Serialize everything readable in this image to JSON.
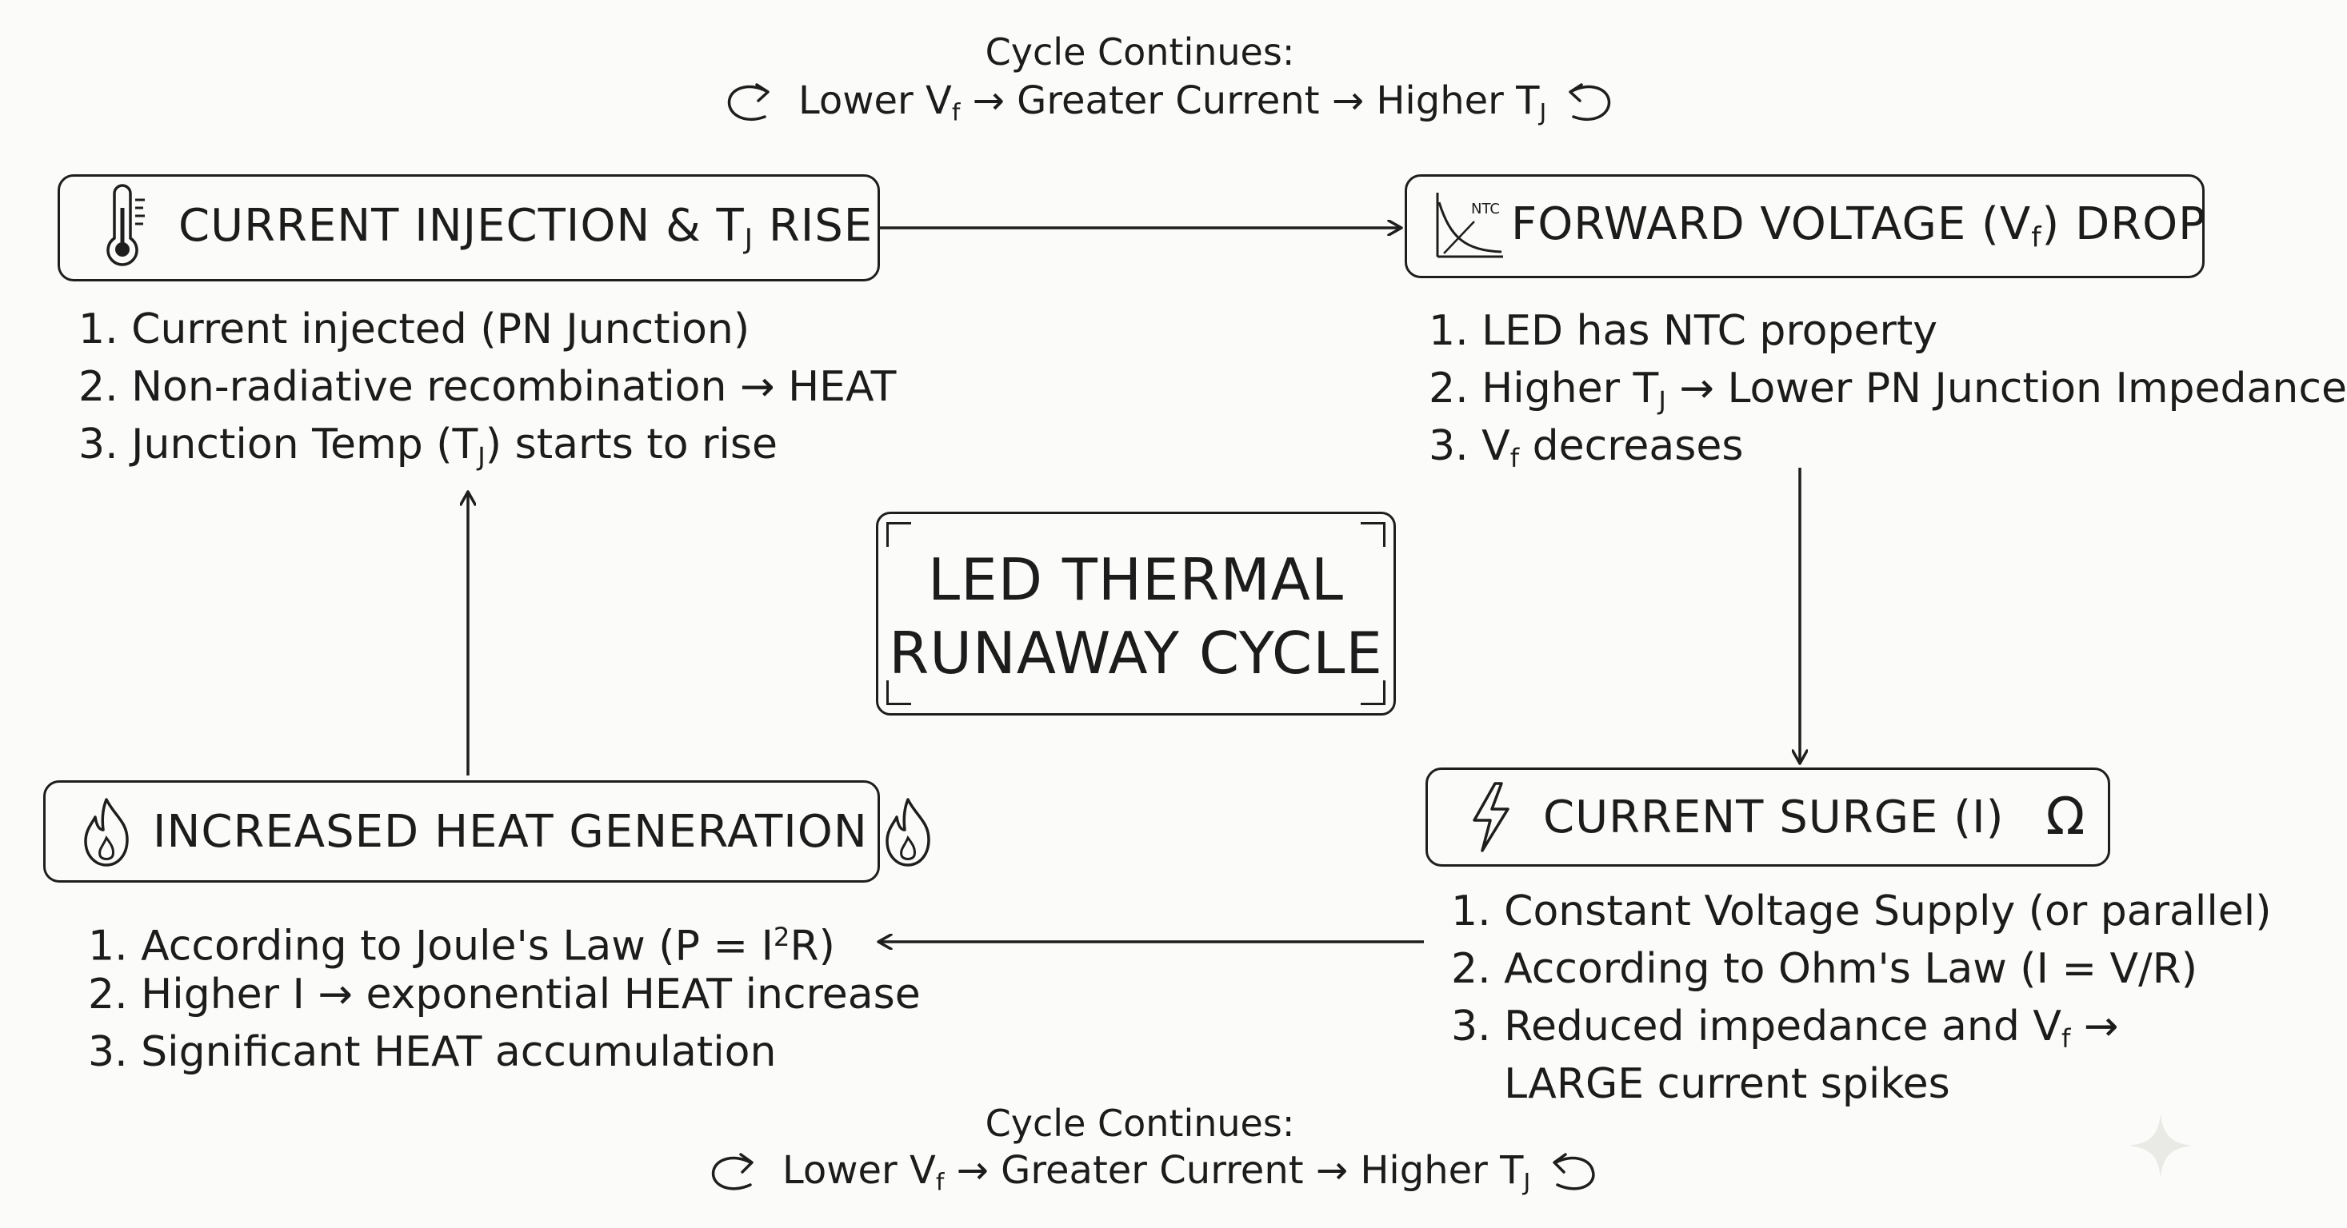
{
  "title": {
    "line1": "LED THERMAL",
    "line2": "RUNAWAY CYCLE"
  },
  "top_cycle": {
    "label": "Cycle Continues:",
    "equation": {
      "a": "Lower V",
      "a_sub": "f",
      "b": "Greater Current",
      "c": "Higher T",
      "c_sub": "J"
    }
  },
  "bottom_cycle": {
    "label": "Cycle Continues:",
    "equation": {
      "a": "Lower V",
      "a_sub": "f",
      "b": "Greater Current",
      "c": "Higher T",
      "c_sub": "J"
    }
  },
  "boxes": {
    "current_injection": {
      "title_a": "CURRENT INJECTION & T",
      "title_sub": "J",
      "title_b": " RISE",
      "items": [
        {
          "text": "1. Current injected (PN Junction)"
        },
        {
          "text": "2. Non-radiative recombination → HEAT"
        },
        {
          "a": "3. Junction Temp (T",
          "sub": "J",
          "b": ") starts to rise"
        }
      ]
    },
    "forward_voltage": {
      "icon_label": "NTC",
      "title_a": "FORWARD VOLTAGE (V",
      "title_sub": "f",
      "title_b": ") DROP",
      "items": [
        {
          "text": "1. LED has NTC property"
        },
        {
          "a": "2. Higher T",
          "sub": "J",
          "b": " → Lower PN Junction Impedance"
        },
        {
          "a": "3. V",
          "sub": "f",
          "b": " decreases"
        }
      ]
    },
    "current_surge": {
      "title": "CURRENT SURGE (I)",
      "omega": "Ω",
      "items": [
        {
          "text": "1. Constant Voltage Supply (or parallel)"
        },
        {
          "text": "2. According to Ohm's Law (I = V/R)"
        },
        {
          "a": "3. Reduced impedance and V",
          "sub": "f",
          "b": " →"
        },
        {
          "text": "    LARGE current spikes"
        }
      ]
    },
    "heat_generation": {
      "title": "INCREASED HEAT GENERATION",
      "items": [
        {
          "a": "1. According to Joule's Law (P = I",
          "sup": "2",
          "b": "R)"
        },
        {
          "text": "2. Higher I → exponential HEAT increase"
        },
        {
          "text": "3. Significant HEAT accumulation"
        }
      ]
    }
  }
}
